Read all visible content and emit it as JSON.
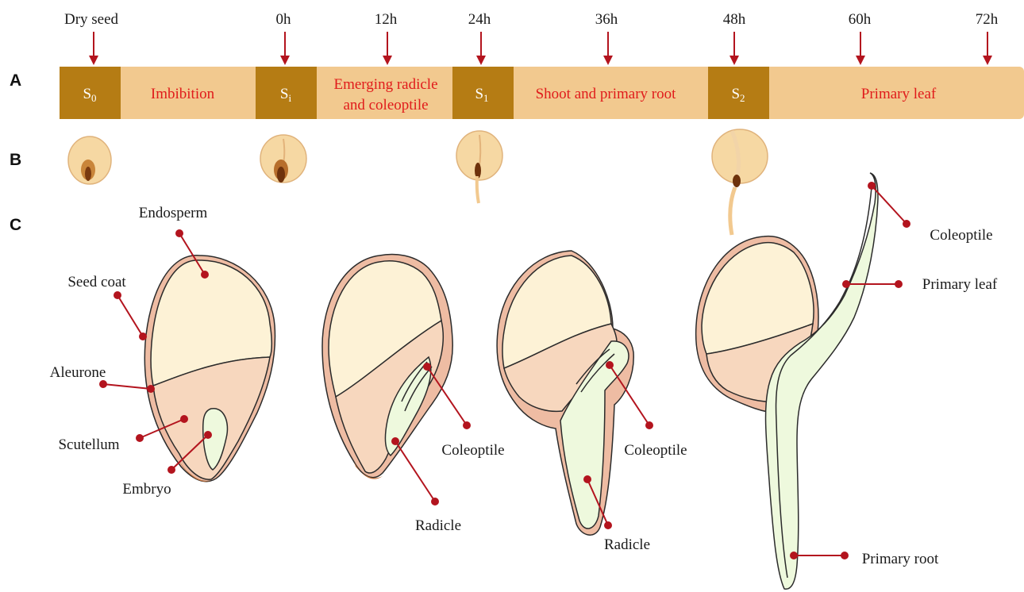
{
  "panels": {
    "a": "A",
    "b": "B",
    "c": "C"
  },
  "timeline": {
    "ticks": [
      "Dry seed",
      "0h",
      "12h",
      "24h",
      "36h",
      "48h",
      "60h",
      "72h"
    ],
    "stages": [
      {
        "main": "S",
        "sub": "0"
      },
      {
        "main": "S",
        "sub": "i"
      },
      {
        "main": "S",
        "sub": "1"
      },
      {
        "main": "S",
        "sub": "2"
      }
    ],
    "phases": [
      {
        "line1": "Imbibition",
        "line2": ""
      },
      {
        "line1": "Emerging radicle",
        "line2": "and coleoptile"
      },
      {
        "line1": "Shoot and primary root",
        "line2": ""
      },
      {
        "line1": "Primary leaf",
        "line2": ""
      }
    ]
  },
  "seed1": {
    "endosperm": "Endosperm",
    "seed_coat": "Seed coat",
    "aleurone": "Aleurone",
    "scutellum": "Scutellum",
    "embryo": "Embryo"
  },
  "seed2": {
    "coleoptile": "Coleoptile",
    "radicle": "Radicle"
  },
  "seed3": {
    "coleoptile": "Coleoptile",
    "radicle": "Radicle"
  },
  "seed4": {
    "coleoptile": "Coleoptile",
    "primary_leaf": "Primary leaf",
    "primary_root": "Primary root"
  },
  "colors": {
    "bar": "#f2c98f",
    "stage_box": "#b57c14",
    "phase_text": "#e01b1b",
    "leader": "#b3141e",
    "endosperm": "#fdf2d6",
    "aleurone": "#f7d7be",
    "seed_coat": "#eebca3",
    "embryo": "#eef9dd"
  }
}
